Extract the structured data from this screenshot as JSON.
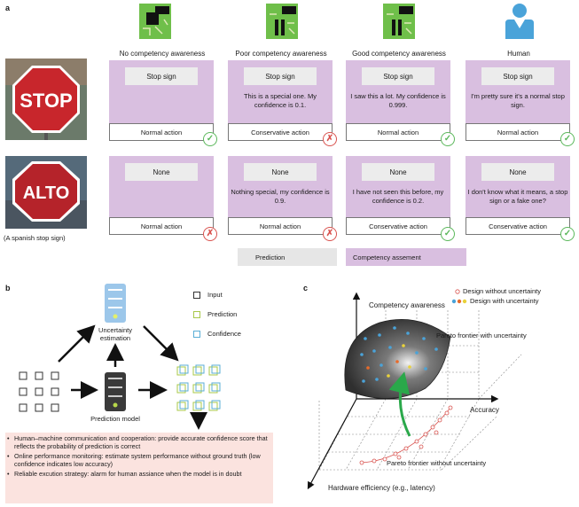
{
  "panel_a": {
    "label": "a",
    "columns": [
      "No competency awareness",
      "Poor competency awareness",
      "Good competency awareness",
      "Human"
    ],
    "rows": [
      {
        "image_text": "STOP",
        "image_caption": "",
        "cells": [
          {
            "prediction": "Stop sign",
            "message": "",
            "action": "Normal action",
            "correct": true
          },
          {
            "prediction": "Stop sign",
            "message": "This is a special one. My confidence is 0.1.",
            "action": "Conservative action",
            "correct": false
          },
          {
            "prediction": "Stop sign",
            "message": "I saw this a lot. My confidence is 0.999.",
            "action": "Normal action",
            "correct": true
          },
          {
            "prediction": "Stop sign",
            "message": "I'm pretty sure it's a normal stop sign.",
            "action": "Normal action",
            "correct": true
          }
        ]
      },
      {
        "image_text": "ALTO",
        "image_caption": "(A spanish stop sign)",
        "cells": [
          {
            "prediction": "None",
            "message": "",
            "action": "Normal action",
            "correct": false
          },
          {
            "prediction": "None",
            "message": "Nothing special, my confidence is 0.9.",
            "action": "Normal action",
            "correct": false
          },
          {
            "prediction": "None",
            "message": "I have not seen this before, my confidence is 0.2.",
            "action": "Conservative action",
            "correct": true
          },
          {
            "prediction": "None",
            "message": "I don't know what it means, a stop sign or a fake one?",
            "action": "Conservative action",
            "correct": true
          }
        ]
      }
    ],
    "legend": {
      "prediction": "Prediction",
      "competency": "Competency assement"
    },
    "colors": {
      "card": "#d9bfe0",
      "prediction_box": "#ececec",
      "chip_green": "#6fbf4a",
      "human": "#4aa3d9"
    }
  },
  "panel_b": {
    "label": "b",
    "uncertainty_label": "Uncertainty estimation",
    "prediction_label": "Prediction model",
    "legend": [
      "Input",
      "Prediction",
      "Confidence"
    ],
    "legend_colors": [
      "#333333",
      "#a8c94a",
      "#5aaed6"
    ],
    "bullets": [
      "Human–machine communication and cooperation: provide accurate confidence score that reflects the probability of prediction is correct",
      "Online performance monitoring: estimate system performance without ground truth (low confidence indicates low accuracy)",
      "Reliable excution strategy: alarm for human assiance when the model is in doubt"
    ]
  },
  "panel_c": {
    "label": "c",
    "axis_competency": "Competency awareness",
    "axis_accuracy": "Accuracy",
    "axis_hardware": "Hardware efficiency (e.g., latency)",
    "legend_without": "Design without uncertainty",
    "legend_with": "Design with uncertainty",
    "frontier_with": "Pareto frontier with uncertainty",
    "frontier_without": "Pareto frontier without uncertainty"
  }
}
